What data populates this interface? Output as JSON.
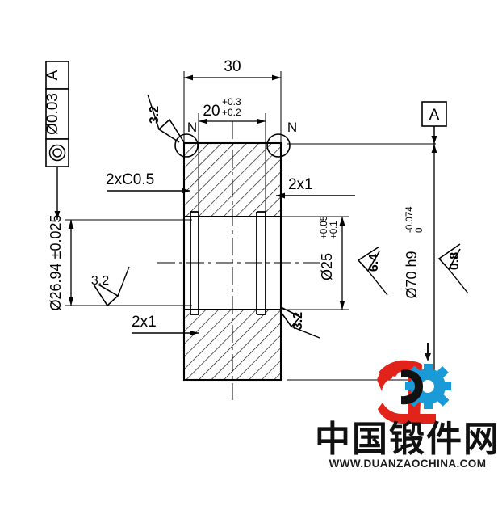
{
  "drawing": {
    "title": "Forged ring cross-section drawing",
    "background": "#ffffff",
    "line_color": "#000000"
  },
  "feature_control_frame": {
    "symbol_name": "concentricity-symbol",
    "tolerance": "Ø0.03",
    "datum": "A"
  },
  "datum_label_right": "A",
  "dimensions": {
    "top_overall": "30",
    "top_inner": {
      "value": "20",
      "upper": "+0.3",
      "lower": "+0.2"
    },
    "left_outer": "Ø26.94 ±0.025",
    "bore": {
      "value": "Ø25",
      "upper": "+0.1",
      "lower": "+0.05"
    },
    "right_outer": {
      "value": "Ø70 h9",
      "upper": "0",
      "lower": "-0.074"
    }
  },
  "callouts": {
    "chamfer": "2xC0.5",
    "groove_top": "2x1",
    "groove_bottom": "2x1",
    "detail_left": "N",
    "detail_right": "N"
  },
  "surface_finish": {
    "top_left": "3.2",
    "mid_left": "3.2",
    "bottom_right": "3.2",
    "bore": "6.4",
    "outer": "0.8"
  },
  "watermark": {
    "company_cn": "中国锻件网",
    "url": "WWW.DUANZAOCHINA.COM",
    "logo_red": "#e2231a",
    "logo_blue": "#1a9ad7",
    "logo_letter": "D"
  }
}
